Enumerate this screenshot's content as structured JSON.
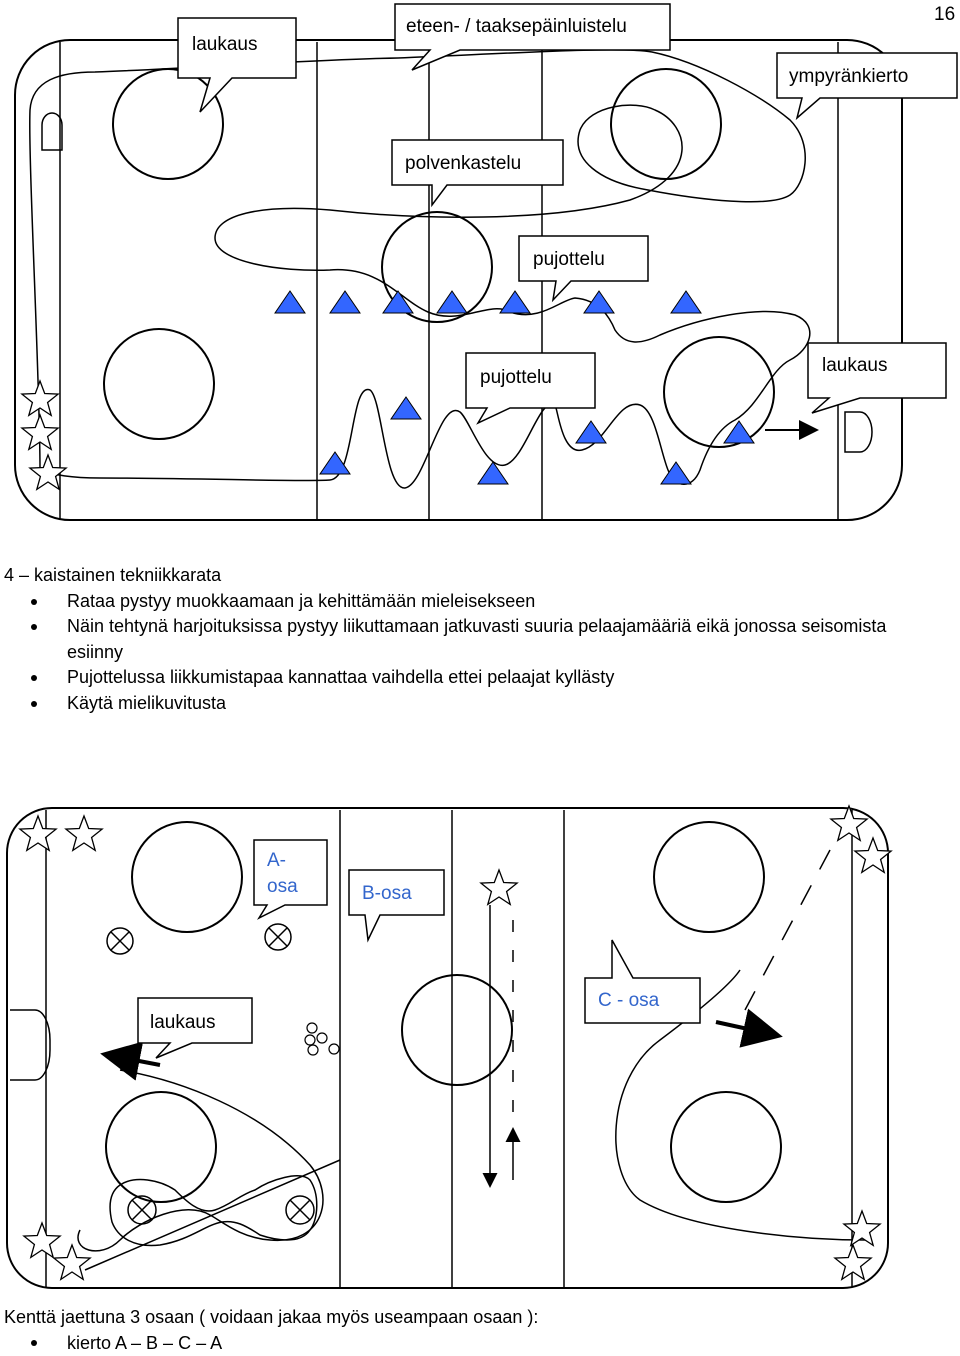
{
  "page_number": "16",
  "rink1": {
    "callouts": {
      "laukaus_top": "laukaus",
      "skating": "eteen- / taaksepäinluistelu",
      "circle_run": "ympyränkierto",
      "knee_bend": "polvenkastelu",
      "slalom_1": "pujottelu",
      "slalom_2": "pujottelu",
      "laukaus_right": "laukaus"
    }
  },
  "description": {
    "title": "4 – kaistainen tekniikkarata",
    "bullets": [
      "Rataa pystyy muokkaamaan ja kehittämään mieleisekseen",
      "Näin tehtynä harjoituksissa pystyy liikuttamaan jatkuvasti suuria pelaajamääriä eikä jonossa seisomista esiinny",
      "Pujottelussa liikkumistapaa kannattaa vaihdella ettei pelaajat kyllästy",
      "Käytä mielikuvitusta"
    ]
  },
  "rink2": {
    "callouts": {
      "a_osa": "A-\nosa",
      "b_osa": "B-osa",
      "c_osa": "C - osa",
      "laukaus": "laukaus"
    }
  },
  "footer": {
    "line": "Kenttä jaettuna 3 osaan ( voidaan jakaa myös useampaan osaan ):",
    "bullet": "kierto A – B – C – A"
  },
  "colors": {
    "cone_fill": "#3366ff",
    "callout_text_blue": "#3366cc",
    "line": "#000000"
  },
  "icons": [
    "star-icon",
    "cone-icon",
    "puck-x-icon",
    "arrow-icon"
  ]
}
